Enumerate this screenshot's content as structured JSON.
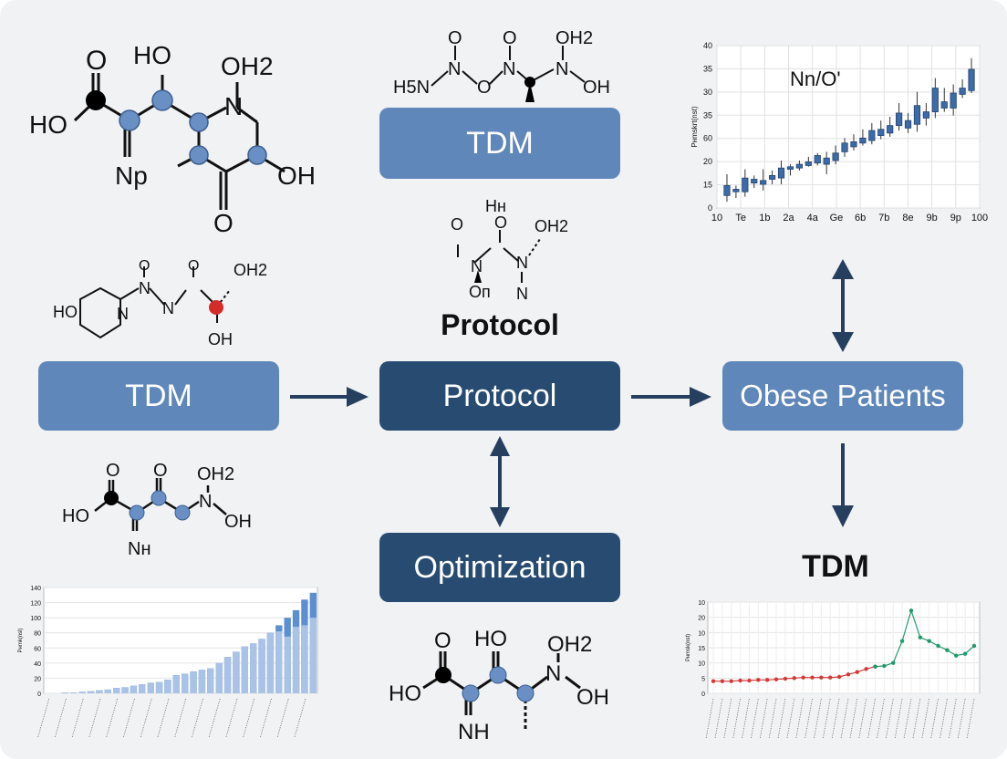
{
  "boxes": {
    "tdm_top": "TDM",
    "tdm_left": "TDM",
    "protocol_main": "Protocol",
    "obese": "Obese Patients",
    "optimization": "Optimization"
  },
  "headings": {
    "protocol": "Protocol",
    "tdm_right": "TDM"
  },
  "molecule_labels": {
    "m1": [
      "O",
      "HO",
      "HO",
      "Np",
      "OH2",
      "N",
      "O",
      "OH"
    ],
    "m2": [
      "O",
      "O",
      "OH2",
      "H5N",
      "N",
      "O",
      "N",
      "N",
      "OH"
    ],
    "m3": [
      "Hн",
      "O",
      "O",
      "OH2",
      "N",
      "N",
      "Oп",
      "N"
    ],
    "m4": [
      "O",
      "O",
      "OH2",
      "HO",
      "N",
      "N",
      "N",
      "OH"
    ],
    "m5": [
      "O",
      "O",
      "OH2",
      "HO",
      "N",
      "OH",
      "Nн"
    ],
    "m6": [
      "HO",
      "O",
      "OH2",
      "HO",
      "N",
      "OH",
      "NH"
    ]
  },
  "chart_data": [
    {
      "type": "candlestick",
      "title": "Nn/O'",
      "ylabel": "Pнmskrt(nst)",
      "yticks": [
        "40",
        "35",
        "30",
        "35",
        "60",
        "20",
        "15",
        "0"
      ],
      "xticks": [
        "10",
        "Te",
        "1b",
        "2a",
        "4a",
        "Ge",
        "6b",
        "7b",
        "8e",
        "9b",
        "9p",
        "100"
      ],
      "candles": [
        {
          "low": 0.5,
          "open": 1.0,
          "close": 1.8,
          "high": 2.7
        },
        {
          "low": 0.8,
          "open": 1.3,
          "close": 1.5,
          "high": 1.8
        },
        {
          "low": 0.9,
          "open": 1.3,
          "close": 2.4,
          "high": 3.1
        },
        {
          "low": 1.6,
          "open": 2.0,
          "close": 2.3,
          "high": 2.6
        },
        {
          "low": 1.4,
          "open": 1.9,
          "close": 2.2,
          "high": 3.1
        },
        {
          "low": 1.9,
          "open": 2.3,
          "close": 2.6,
          "high": 3.0
        },
        {
          "low": 1.9,
          "open": 2.4,
          "close": 3.2,
          "high": 3.8
        },
        {
          "low": 2.6,
          "open": 3.1,
          "close": 3.3,
          "high": 3.5
        },
        {
          "low": 3.0,
          "open": 3.2,
          "close": 3.5,
          "high": 3.8
        },
        {
          "low": 3.3,
          "open": 3.4,
          "close": 3.7,
          "high": 4.1
        },
        {
          "low": 3.4,
          "open": 3.6,
          "close": 4.2,
          "high": 4.4
        },
        {
          "low": 2.7,
          "open": 3.5,
          "close": 4.0,
          "high": 4.5
        },
        {
          "low": 3.5,
          "open": 3.8,
          "close": 4.4,
          "high": 5.0
        },
        {
          "low": 4.1,
          "open": 4.5,
          "close": 5.2,
          "high": 5.6
        },
        {
          "low": 4.6,
          "open": 4.9,
          "close": 5.3,
          "high": 5.9
        },
        {
          "low": 5.0,
          "open": 5.2,
          "close": 5.6,
          "high": 6.3
        },
        {
          "low": 5.1,
          "open": 5.4,
          "close": 6.2,
          "high": 6.8
        },
        {
          "low": 5.5,
          "open": 5.8,
          "close": 6.3,
          "high": 7.0
        },
        {
          "low": 5.7,
          "open": 6.0,
          "close": 6.6,
          "high": 7.3
        },
        {
          "low": 6.2,
          "open": 6.6,
          "close": 7.6,
          "high": 8.4
        },
        {
          "low": 6.0,
          "open": 6.4,
          "close": 7.0,
          "high": 7.6
        },
        {
          "low": 6.1,
          "open": 6.7,
          "close": 8.2,
          "high": 9.3
        },
        {
          "low": 6.6,
          "open": 7.2,
          "close": 7.7,
          "high": 8.4
        },
        {
          "low": 7.2,
          "open": 7.7,
          "close": 9.6,
          "high": 10.4
        },
        {
          "low": 7.7,
          "open": 8.0,
          "close": 8.5,
          "high": 9.6
        },
        {
          "low": 7.4,
          "open": 8.0,
          "close": 9.2,
          "high": 9.9
        },
        {
          "low": 8.8,
          "open": 9.1,
          "close": 9.6,
          "high": 10.3
        },
        {
          "low": 9.2,
          "open": 9.4,
          "close": 11.1,
          "high": 12.0
        }
      ],
      "y_scale": [
        0,
        13
      ]
    },
    {
      "type": "bar",
      "ylabel": "Pнmk(nsl)",
      "yticks": [
        "140",
        "120",
        "100",
        "80",
        "60",
        "40",
        "20",
        "0"
      ],
      "ylim": [
        0,
        140
      ],
      "series": [
        {
          "name": "",
          "values": [
            0,
            0,
            1,
            1,
            2,
            3,
            4,
            5,
            7,
            8,
            10,
            12,
            14,
            15,
            18,
            24,
            26,
            29,
            31,
            33,
            40,
            48,
            55,
            62,
            66,
            72,
            80,
            90,
            100,
            110,
            124,
            133
          ]
        },
        {
          "name": "",
          "values": [
            0,
            0,
            1,
            1,
            2,
            3,
            4,
            5,
            7,
            8,
            10,
            12,
            14,
            15,
            18,
            24,
            26,
            29,
            31,
            33,
            40,
            48,
            55,
            62,
            66,
            72,
            80,
            82,
            75,
            88,
            90,
            100
          ]
        }
      ]
    },
    {
      "type": "line",
      "ylabel": "Pнmsk(nst)",
      "yticks": [
        "10",
        "20",
        "10",
        "15",
        "10",
        "5",
        "0"
      ],
      "series": [
        {
          "name": "",
          "color": "#d23a3a",
          "values": [
            2.0,
            2.0,
            2.0,
            2.1,
            2.1,
            2.2,
            2.2,
            2.3,
            2.4,
            2.5,
            2.6,
            2.6,
            2.6,
            2.6,
            2.7,
            3.1,
            3.5,
            4.0,
            4.4
          ]
        },
        {
          "name": "",
          "color": "#1f9a6a",
          "values": [
            4.4,
            4.5,
            5.0,
            8.6,
            13.6,
            9.2,
            8.6,
            7.8,
            7.1,
            6.2,
            6.5,
            7.8
          ]
        }
      ]
    }
  ]
}
